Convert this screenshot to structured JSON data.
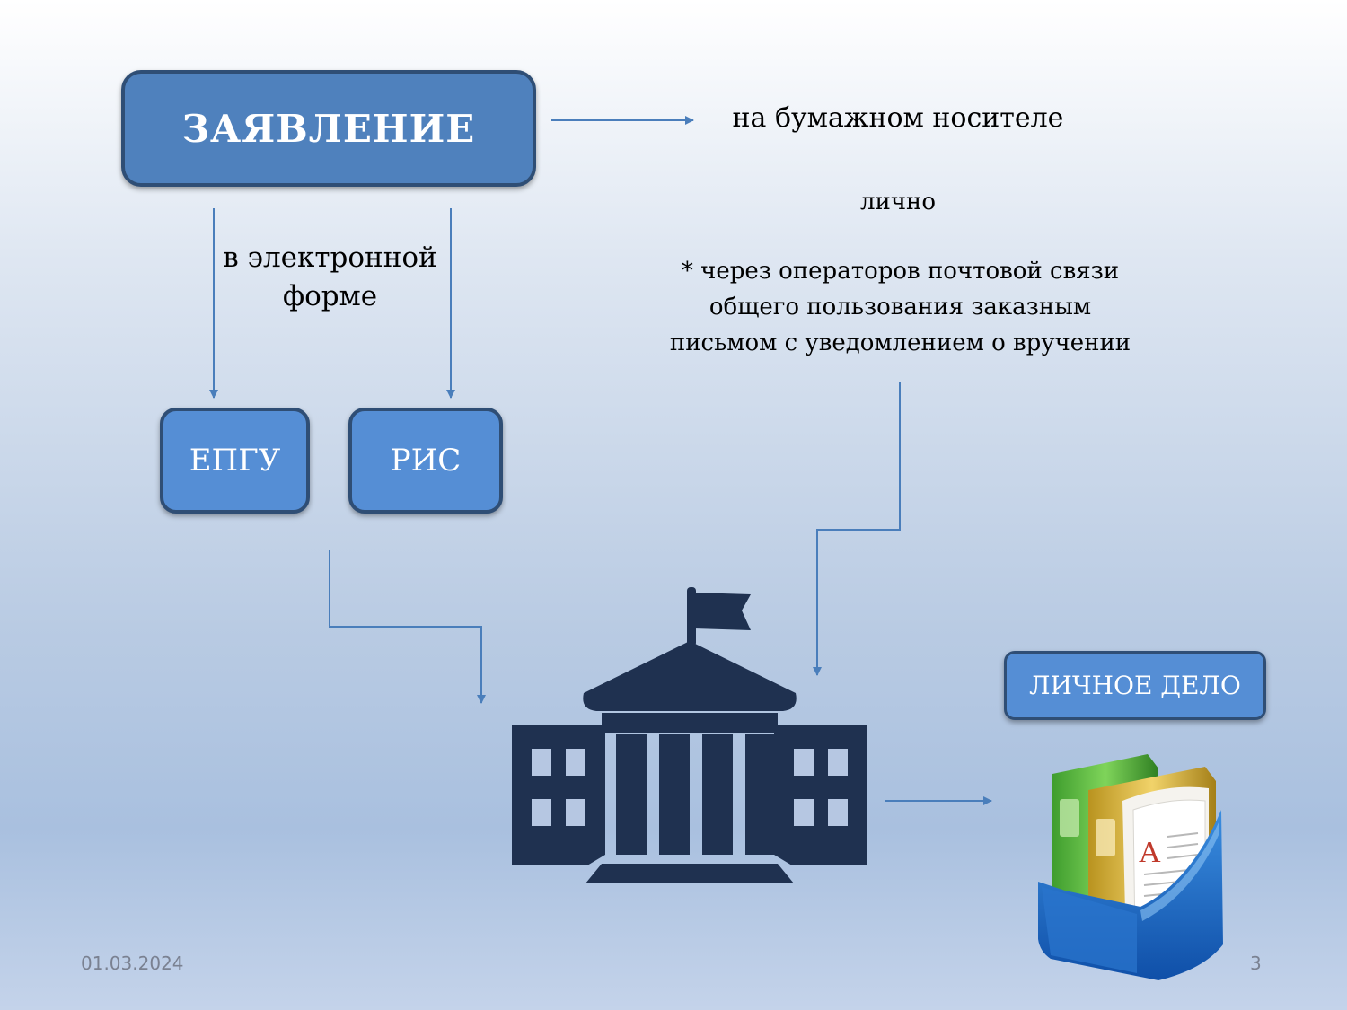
{
  "diagram": {
    "main_box": "ЗАЯВЛЕНИЕ",
    "paper_label": "на бумажном носителе",
    "personal_label": "лично",
    "post_label_lines": [
      "* через операторов почтовой связи",
      "общего пользования заказным",
      "письмом с уведомлением о вручении"
    ],
    "electronic_label_lines": [
      "в электронной",
      "форме"
    ],
    "epgu_box": "ЕПГУ",
    "ris_box": "РИС",
    "case_box": "ЛИЧНОЕ ДЕЛО"
  },
  "icons": {
    "building": "government-building-icon",
    "folders": "document-folders-icon"
  },
  "colors": {
    "main_box": "#4f81bd",
    "small_boxes": "#558ed5",
    "box_border": "#2f4e75",
    "arrows": "#4a7ebb",
    "building": "#1f3150"
  },
  "footer": {
    "date": "01.03.2024",
    "page_number": "3"
  }
}
